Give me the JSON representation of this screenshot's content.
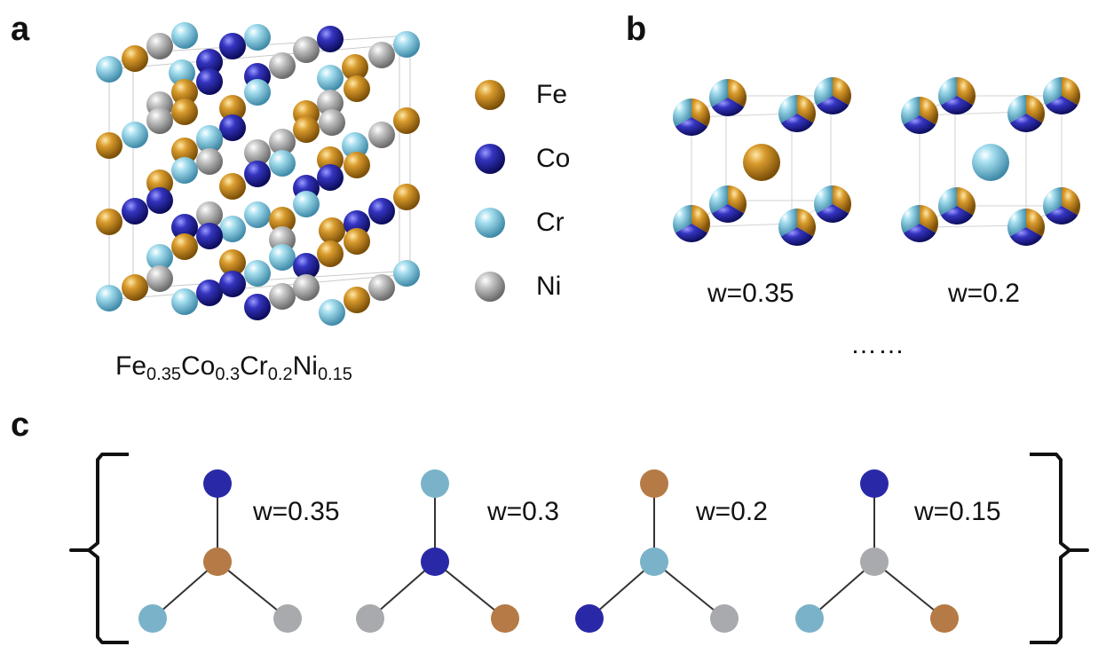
{
  "panels": {
    "a": "a",
    "b": "b",
    "c": "c"
  },
  "legend": [
    {
      "label": "Fe",
      "color": "#b8801f"
    },
    {
      "label": "Co",
      "color": "#2a2aa6"
    },
    {
      "label": "Cr",
      "color": "#7fc8e0"
    },
    {
      "label": "Ni",
      "color": "#a8a8a8"
    }
  ],
  "formula": {
    "parts": [
      {
        "el": "Fe",
        "sub": "0.35"
      },
      {
        "el": "Co",
        "sub": "0.3"
      },
      {
        "el": "Cr",
        "sub": "0.2"
      },
      {
        "el": "Ni",
        "sub": "0.15"
      }
    ]
  },
  "panel_b": {
    "cells": [
      {
        "weight": "w=0.35",
        "center": "Fe"
      },
      {
        "weight": "w=0.2",
        "center": "Cr"
      }
    ],
    "ellipsis": "……"
  },
  "panel_c": {
    "graphs": [
      {
        "weight": "w=0.35",
        "top": "Co",
        "center": "Fe",
        "left": "Cr",
        "right": "Ni"
      },
      {
        "weight": "w=0.3",
        "top": "Cr",
        "center": "Co",
        "left": "Ni",
        "right": "Fe"
      },
      {
        "weight": "w=0.2",
        "top": "Fe",
        "center": "Cr",
        "left": "Co",
        "right": "Ni"
      },
      {
        "weight": "w=0.15",
        "top": "Co",
        "center": "Ni",
        "left": "Cr",
        "right": "Fe"
      }
    ]
  },
  "node_colors": {
    "Fe": "#b57a45",
    "Co": "#2929a8",
    "Cr": "#7ab3c9",
    "Ni": "#a8aaad"
  }
}
